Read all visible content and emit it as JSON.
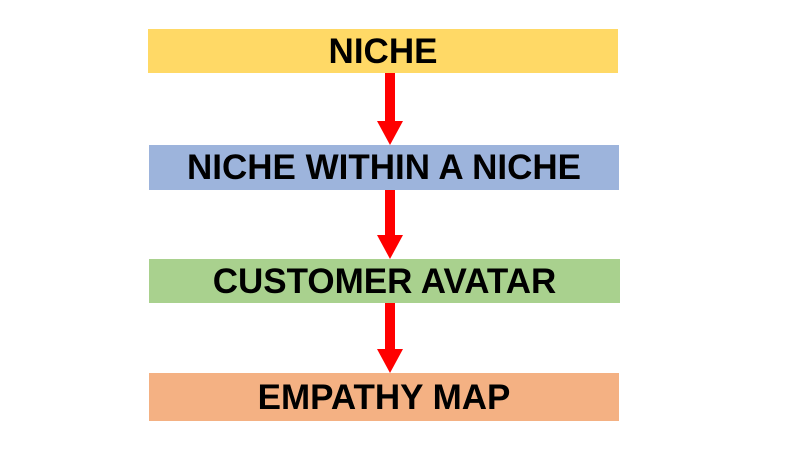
{
  "diagram": {
    "type": "vertical-flowchart",
    "background_color": "#FFFFFF",
    "arrow_color": "#FF0000",
    "text_color": "#000000",
    "stages": [
      {
        "id": "niche",
        "label": "NICHE",
        "fill_color": "#FFD966",
        "order": 1
      },
      {
        "id": "niche-within-a-niche",
        "label": "NICHE WITHIN A NICHE",
        "fill_color": "#9DB4DC",
        "order": 2
      },
      {
        "id": "customer-avatar",
        "label": "CUSTOMER AVATAR",
        "fill_color": "#A9D18E",
        "order": 3
      },
      {
        "id": "empathy-map",
        "label": "EMPATHY MAP",
        "fill_color": "#F4B183",
        "order": 4
      }
    ],
    "connectors": [
      {
        "id": "arrow-1",
        "from": "niche",
        "to": "niche-within-a-niche",
        "shape": "down-arrow"
      },
      {
        "id": "arrow-2",
        "from": "niche-within-a-niche",
        "to": "customer-avatar",
        "shape": "down-arrow"
      },
      {
        "id": "arrow-3",
        "from": "customer-avatar",
        "to": "empathy-map",
        "shape": "down-arrow"
      }
    ]
  }
}
